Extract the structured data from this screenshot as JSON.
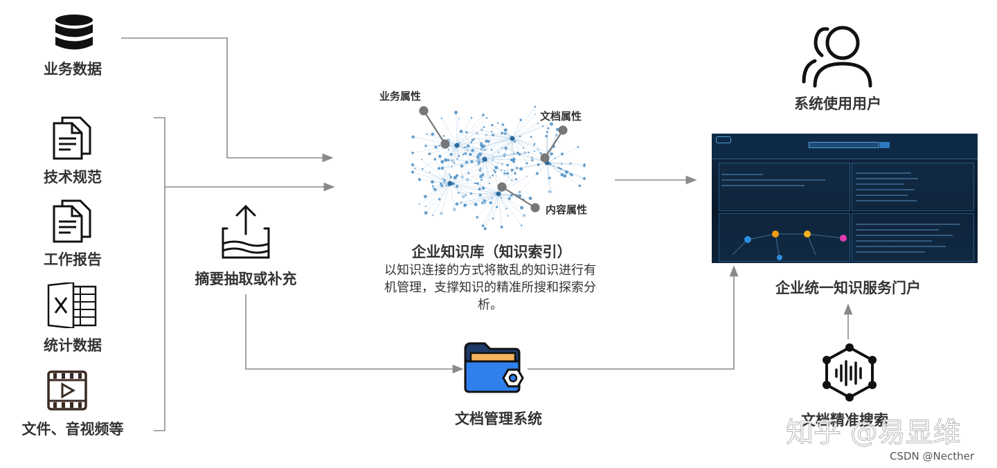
{
  "sources": {
    "business_data": "业务数据",
    "tech_spec": "技术规范",
    "work_report": "工作报告",
    "statistics": "统计数据",
    "files_media": "文件、音视频等"
  },
  "extract": {
    "label": "摘要抽取或补充"
  },
  "knowledge_base": {
    "title": "企业知识库（知识索引）",
    "description": "以知识连接的方式将散乱的知识进行有机管理，支撑知识的精准所搜和探索分析。",
    "attributes": {
      "business": "业务属性",
      "document": "文档属性",
      "content": "内容属性"
    }
  },
  "doc_system": {
    "label": "文档管理系统"
  },
  "users": {
    "label": "系统使用用户"
  },
  "portal": {
    "label": "企业统一知识服务门户"
  },
  "precise_search": {
    "label": "文档精准搜索"
  },
  "watermark": {
    "text": "知乎 @易显维"
  },
  "credit": {
    "text": "CSDN @Necther"
  },
  "colors": {
    "arrow": "#8a8a8a",
    "network": "#4f8fc4",
    "portal_bg": "#0e1f33",
    "folder_blue": "#2f80ed",
    "node_orange": "#f39c12",
    "node_blue": "#2b8de0",
    "node_pink": "#e63bb0"
  }
}
